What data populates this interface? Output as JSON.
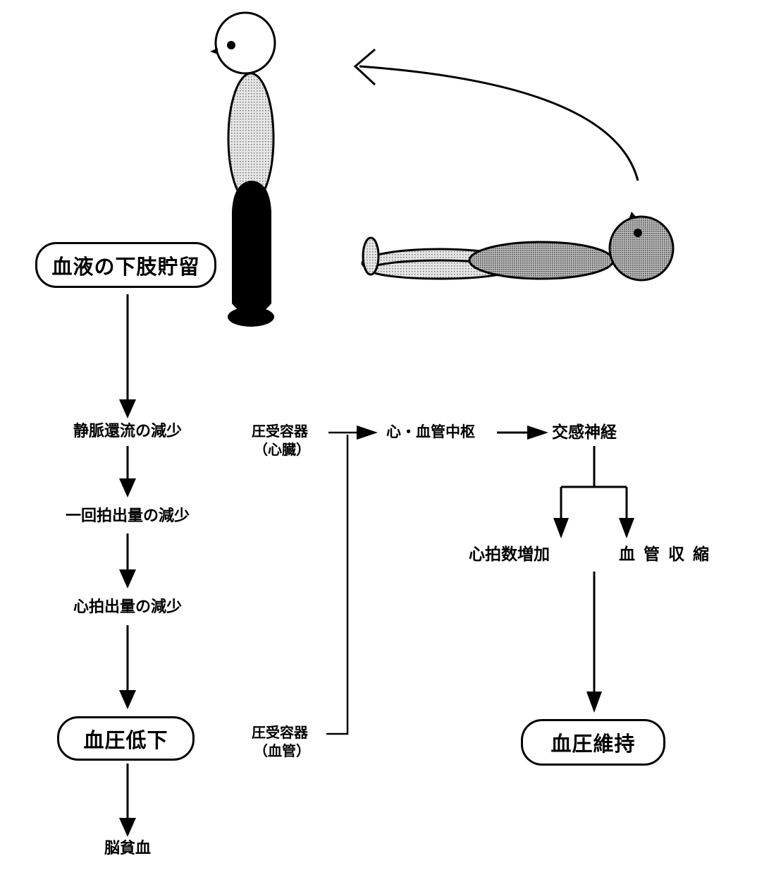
{
  "nodes": {
    "blood_pooling": "血液の下肢貯留",
    "venous_return_decrease": "静脈還流の減少",
    "stroke_volume_decrease": "一回拍出量の減少",
    "cardiac_output_decrease": "心拍出量の減少",
    "bp_drop": "血圧低下",
    "cerebral_anemia": "脳貧血",
    "baroreceptor_heart_1": "圧受容器",
    "baroreceptor_heart_2": "（心臓）",
    "baroreceptor_vessel_1": "圧受容器",
    "baroreceptor_vessel_2": "（血管）",
    "cv_center": "心・血管中枢",
    "sympathetic": "交感神経",
    "heart_rate_increase": "心拍数増加",
    "vasoconstriction": "血 管 収 縮",
    "bp_maintained": "血圧維持"
  },
  "colors": {
    "line": "#000000",
    "fill_light": "#d9d9d9",
    "fill_mid": "#b0b0b0",
    "fill_dark": "#000000"
  }
}
